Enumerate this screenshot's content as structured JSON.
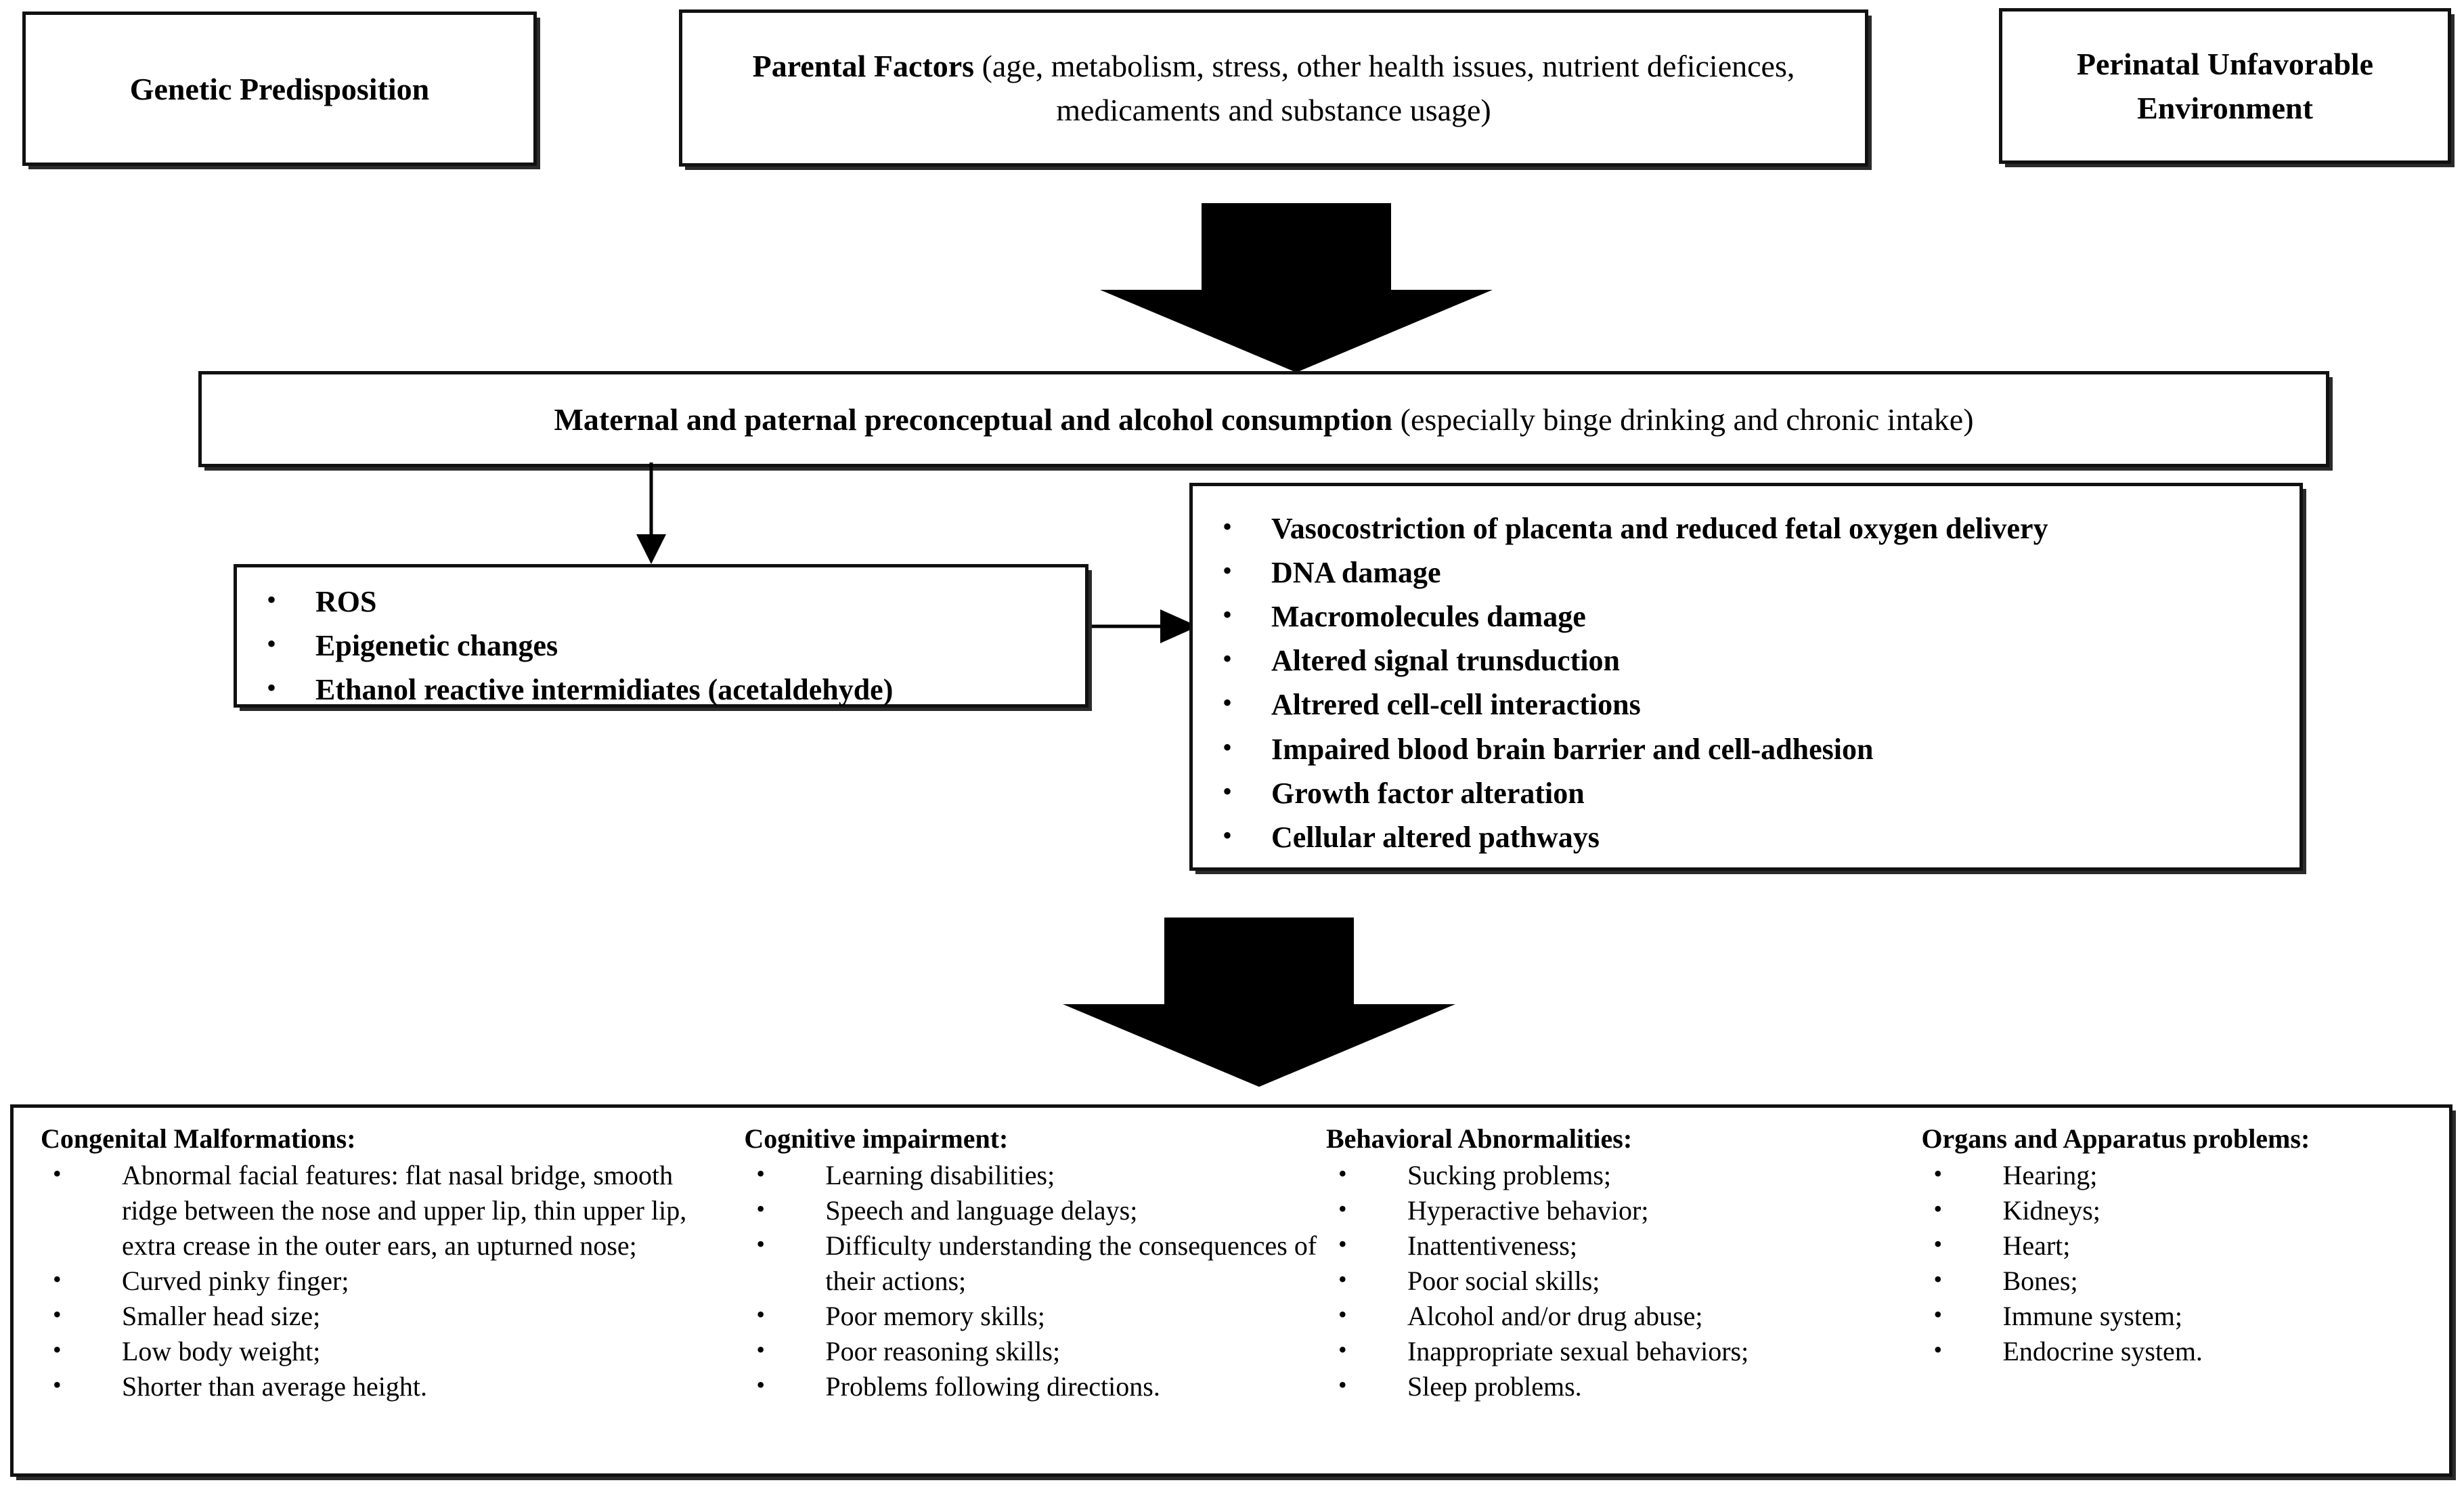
{
  "colors": {
    "stroke": "#111111",
    "shadow": "#2b2b2b",
    "background": "#ffffff",
    "arrow_fill": "#000000"
  },
  "top_row": {
    "genetic": {
      "label": "Genetic Predisposition"
    },
    "parental": {
      "bold_label": "Parental Factors",
      "detail": " (age, metabolism, stress, other health issues, nutrient deficiences, medicaments and substance usage)"
    },
    "perinatal": {
      "label": "Perinatal Unfavorable Environment"
    }
  },
  "maternal": {
    "bold_label": "Maternal and paternal preconceptual and alcohol consumption",
    "detail": "  (especially binge drinking and chronic intake)"
  },
  "mechanisms": {
    "items": [
      "ROS",
      "Epigenetic changes",
      "Ethanol reactive intermidiates (acetaldehyde)"
    ]
  },
  "effects": {
    "items": [
      "Vasocostriction of placenta and reduced fetal oxygen delivery",
      "DNA damage",
      "Macromolecules damage",
      "Altered signal trunsduction",
      "Altrered cell-cell interactions",
      "Impaired blood brain barrier and cell-adhesion",
      "Growth factor alteration",
      "Cellular altered pathways"
    ]
  },
  "outcomes": {
    "columns": [
      {
        "heading": "Congenital Malformations:",
        "items": [
          "Abnormal facial features: flat nasal bridge, smooth ridge between the nose and upper lip, thin upper lip, extra crease in the outer ears, an upturned nose;",
          "Curved pinky finger;",
          "Smaller head size;",
          "Low body weight;",
          "Shorter than average height."
        ]
      },
      {
        "heading": "Cognitive impairment:",
        "items": [
          "Learning disabilities;",
          "Speech and language delays;",
          "Difficulty understanding the consequences of their actions;",
          "Poor memory skills;",
          "Poor reasoning skills;",
          "Problems following directions."
        ]
      },
      {
        "heading": "Behavioral Abnormalities:",
        "items": [
          "Sucking problems;",
          "Hyperactive behavior;",
          "Inattentiveness;",
          "Poor social skills;",
          "Alcohol and/or drug abuse;",
          "Inappropriate sexual behaviors;",
          "Sleep problems."
        ]
      },
      {
        "heading": "Organs and Apparatus problems:",
        "items": [
          "Hearing;",
          "Kidneys;",
          "Heart;",
          "Bones;",
          "Immune system;",
          "Endocrine system."
        ]
      }
    ]
  },
  "connectors": {
    "big_arrow_top": "down-arrow-icon",
    "big_arrow_bottom": "down-arrow-icon",
    "thin_arrow_down": "thin-down-arrow-icon",
    "thin_arrow_right": "thin-right-arrow-icon"
  }
}
